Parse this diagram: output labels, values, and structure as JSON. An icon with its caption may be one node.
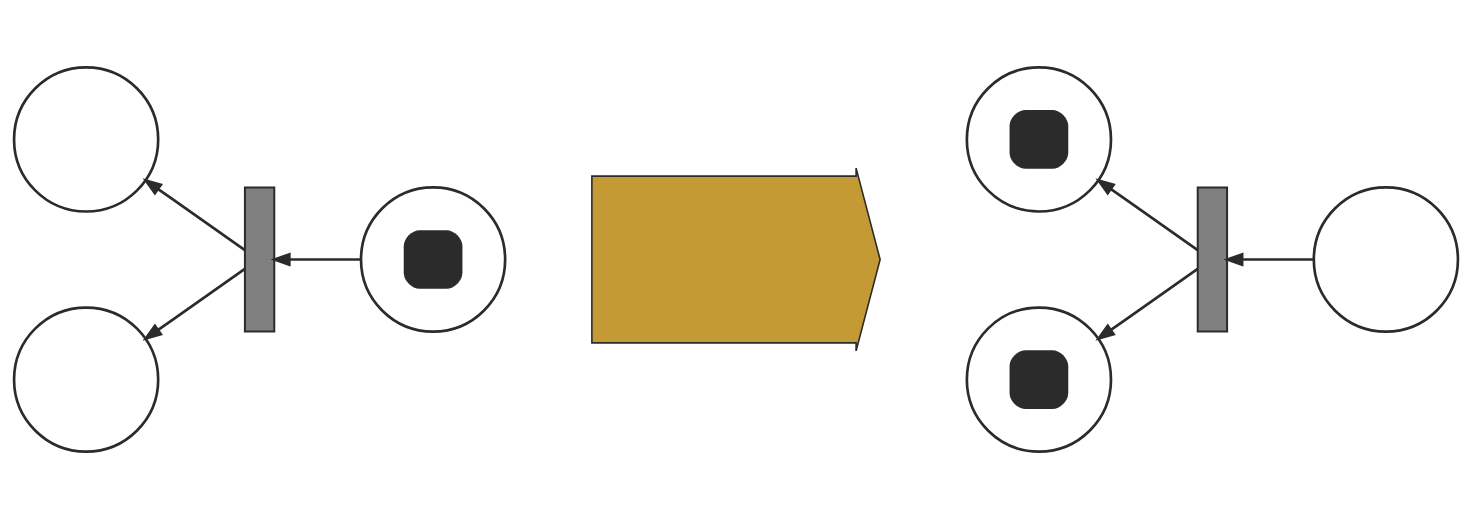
{
  "diagram": {
    "nodes": [
      {
        "text": [],
        "shape": "circle"
      },
      {
        "text": [],
        "shape": "circle"
      },
      {
        "text": [],
        "shape": "bar"
      },
      {
        "text": [],
        "shape": "target"
      },
      {
        "text": [],
        "shape": "arrow"
      },
      {
        "text": [],
        "shape": "target"
      },
      {
        "text": [],
        "shape": "target"
      },
      {
        "text": [],
        "shape": "bar"
      },
      {
        "text": [],
        "shape": "circle"
      }
    ],
    "edges": [
      {
        "from": 3,
        "to": 2,
        "arrow": "to"
      },
      {
        "from": 2,
        "to": 0,
        "arrow": "to"
      },
      {
        "from": 2,
        "to": 1,
        "arrow": "to"
      },
      {
        "from": 8,
        "to": 7,
        "arrow": "to"
      },
      {
        "from": 7,
        "to": 5,
        "arrow": "to"
      },
      {
        "from": 7,
        "to": 6,
        "arrow": "to"
      }
    ]
  }
}
